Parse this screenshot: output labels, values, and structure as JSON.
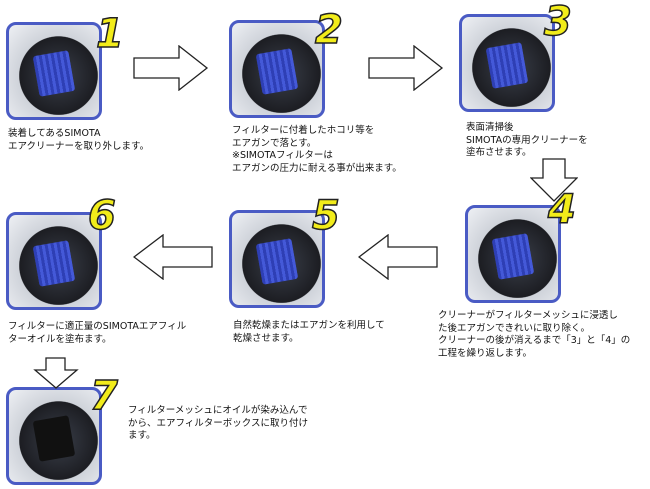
{
  "steps": [
    {
      "number": "1",
      "text": "装着してあるSIMOTA\nエアクリーナーを取り外します。"
    },
    {
      "number": "2",
      "text": "フィルターに付着したホコリ等を\nエアガンで落とす。\n※SIMOTAフィルターは\nエアガンの圧力に耐える事が出来ます。"
    },
    {
      "number": "3",
      "text": "表面清掃後\nSIMOTAの専用クリーナーを\n塗布させます。"
    },
    {
      "number": "4",
      "text": "クリーナーがフィルターメッシュに浸透し\nた後エアガンできれいに取り除く。\nクリーナーの後が消えるまで「3」と「4」の\n工程を繰り返します。"
    },
    {
      "number": "5",
      "text": "自然乾燥またはエアガンを利用して\n乾燥させます。"
    },
    {
      "number": "6",
      "text": "フィルターに適正量のSIMOTAエアフィル\nターオイルを塗布ます。"
    },
    {
      "number": "7",
      "text": "フィルターメッシュにオイルが染み込んで\nから、エアフィルターボックスに取り付け\nます。"
    }
  ],
  "colors": {
    "frame": "#4a5bc4",
    "number": "#f2ec1a",
    "filter": "#3a4fd0"
  }
}
